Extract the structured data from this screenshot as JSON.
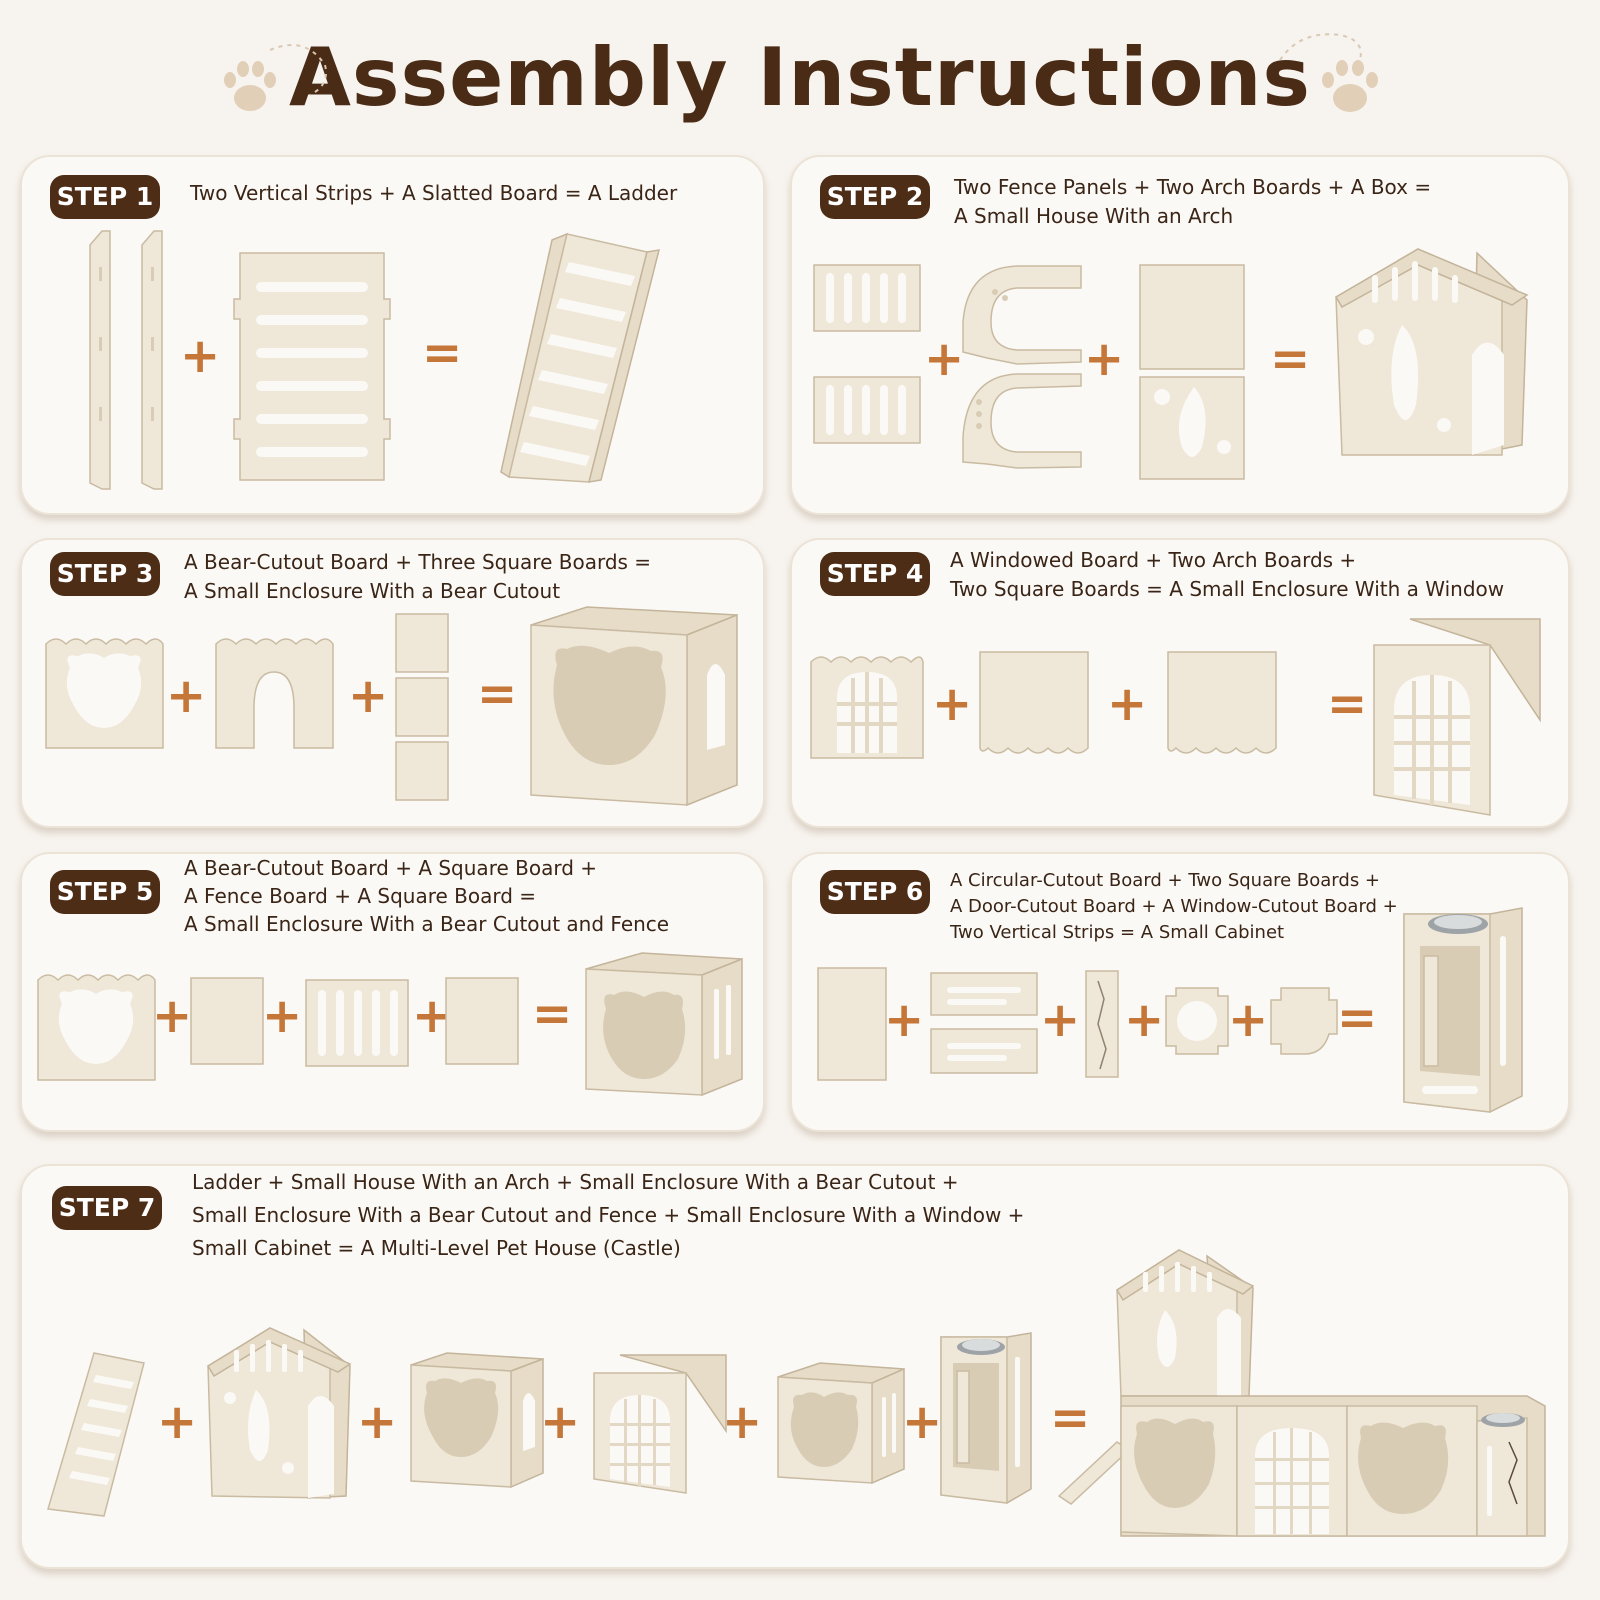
{
  "title": "Assembly Instructions",
  "icons": {
    "left": "paw-print-icon",
    "right": "paw-print-icon"
  },
  "colors": {
    "badge": "#4e2d17",
    "operator": "#c5773a",
    "title": "#4a2c16"
  },
  "operators": {
    "plus": "+",
    "equals": "="
  },
  "steps": [
    {
      "badge": "STEP 1",
      "lines": [
        "Two Vertical Strips + A Slatted Board = A Ladder"
      ]
    },
    {
      "badge": "STEP 2",
      "lines": [
        "Two Fence Panels + Two Arch Boards + A Box =",
        "A Small House With an Arch"
      ]
    },
    {
      "badge": "STEP 3",
      "lines": [
        "A Bear-Cutout Board + Three Square Boards =",
        "A Small Enclosure With a Bear Cutout"
      ]
    },
    {
      "badge": "STEP 4",
      "lines": [
        "A Windowed Board + Two Arch Boards +",
        "Two Square Boards = A Small Enclosure With a Window"
      ]
    },
    {
      "badge": "STEP 5",
      "lines": [
        "A Bear-Cutout Board + A Square Board +",
        "A Fence Board + A Square Board =",
        "A Small Enclosure With a Bear Cutout and Fence"
      ]
    },
    {
      "badge": "STEP 6",
      "lines": [
        "A Circular-Cutout Board + Two Square Boards +",
        "A Door-Cutout Board + A Window-Cutout Board +",
        "Two Vertical Strips = A Small Cabinet"
      ]
    },
    {
      "badge": "STEP 7",
      "lines": [
        "Ladder + Small House With an Arch + Small Enclosure With a Bear Cutout +",
        "Small Enclosure With a Bear Cutout and Fence + Small Enclosure With a Window +",
        "Small Cabinet = A Multi-Level Pet House (Castle)"
      ]
    }
  ]
}
